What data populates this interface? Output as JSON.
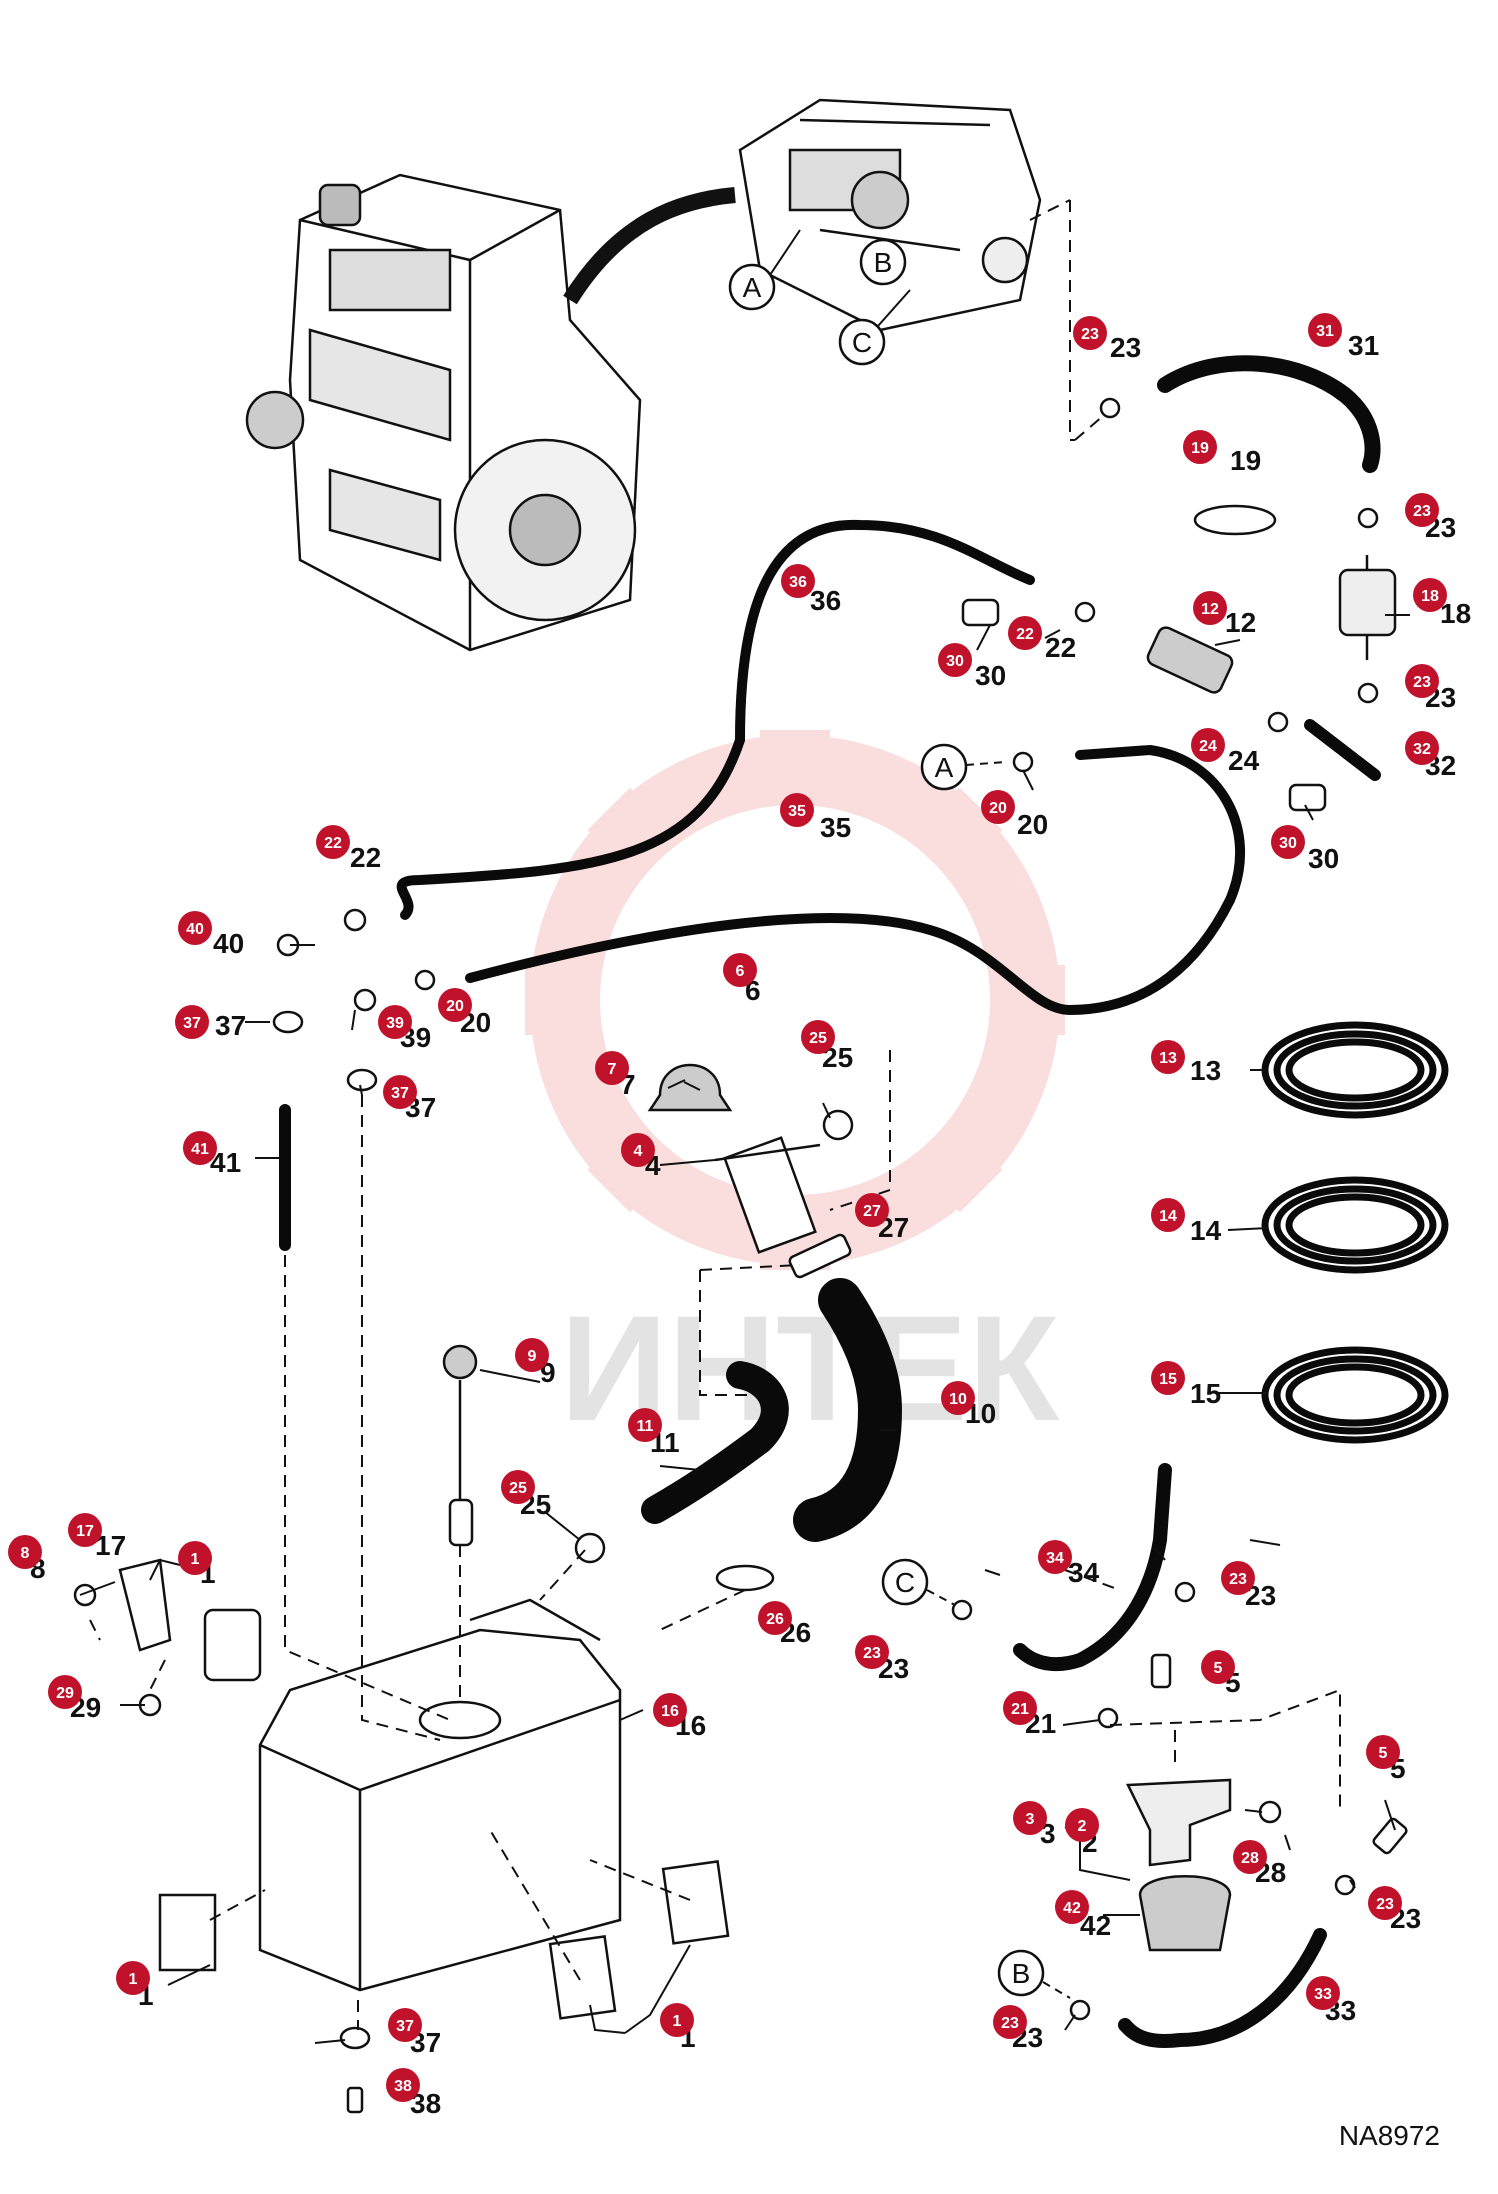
{
  "drawing": {
    "id": "NA8972",
    "watermark": "ИНТЕК"
  },
  "colors": {
    "callout_fill": "#c0132b",
    "line": "#111111",
    "hose": "#0a0a0a",
    "watermark": "#e8484a"
  },
  "ref_letters": {
    "a": "A",
    "b": "B",
    "c": "C"
  },
  "parts": {
    "p1a": "1",
    "p1b": "1",
    "p1c": "1",
    "p2": "2",
    "p3": "3",
    "p4": "4",
    "p5a": "5",
    "p5b": "5",
    "p6": "6",
    "p7": "7",
    "p8": "8",
    "p9": "9",
    "p10": "10",
    "p11": "11",
    "p12": "12",
    "p13": "13",
    "p14": "14",
    "p15": "15",
    "p16": "16",
    "p17": "17",
    "p18": "18",
    "p19": "19",
    "p20a": "20",
    "p20b": "20",
    "p21": "21",
    "p22a": "22",
    "p22b": "22",
    "p23a": "23",
    "p23b": "23",
    "p23c": "23",
    "p23d": "23",
    "p23e": "23",
    "p23f": "23",
    "p23g": "23",
    "p24": "24",
    "p25a": "25",
    "p25b": "25",
    "p26": "26",
    "p27": "27",
    "p28": "28",
    "p29": "29",
    "p30a": "30",
    "p30b": "30",
    "p31": "31",
    "p32": "32",
    "p33": "33",
    "p34": "34",
    "p35": "35",
    "p36": "36",
    "p37a": "37",
    "p37b": "37",
    "p37c": "37",
    "p38": "38",
    "p39": "39",
    "p40": "40",
    "p41": "41",
    "p42": "42"
  }
}
